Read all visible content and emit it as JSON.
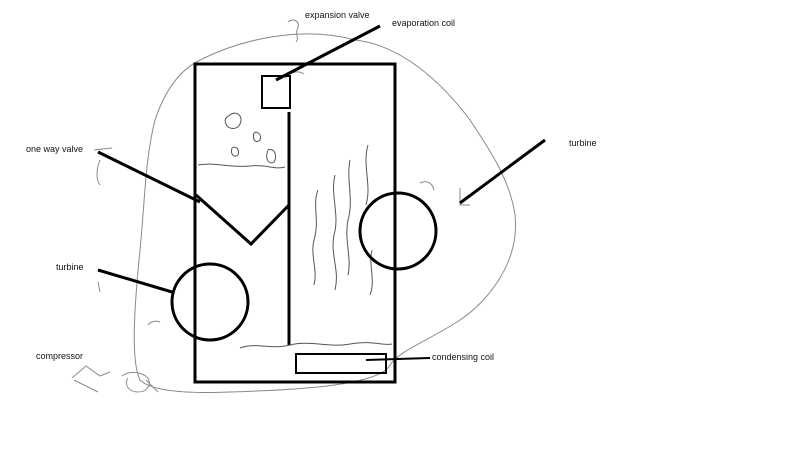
{
  "labels": {
    "expansion_valve": "expansion valve",
    "evaporation_coil": "evaporation coil",
    "one_way_valve": "one way valve",
    "turbine_right": "turbine",
    "turbine_left": "turbine",
    "compressor": "compressor",
    "condensing_coil": "condensing coil"
  },
  "colors": {
    "stroke": "#000000",
    "sketch": "#8a8a8a",
    "background": "#ffffff"
  }
}
